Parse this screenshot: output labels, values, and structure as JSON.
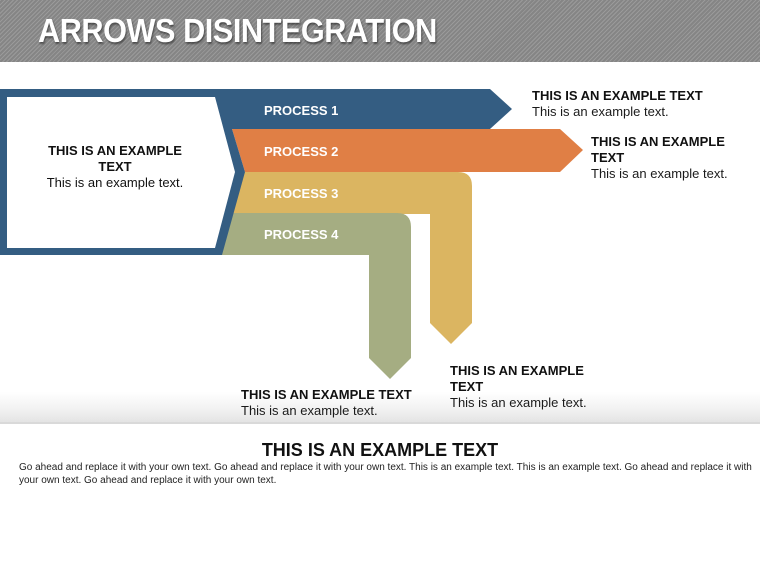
{
  "header": {
    "title": "ARROWS DISINTEGRATION"
  },
  "colors": {
    "process1": "#345d82",
    "process2": "#e07f45",
    "process3": "#dbb561",
    "process4": "#a5ad82",
    "header_bg": "#8e8e8e"
  },
  "center_box": {
    "heading": "THIS IS AN EXAMPLE TEXT",
    "body": "This is an example text."
  },
  "processes": [
    {
      "label": "PROCESS 1"
    },
    {
      "label": "PROCESS 2"
    },
    {
      "label": "PROCESS 3"
    },
    {
      "label": "PROCESS 4"
    }
  ],
  "notes": [
    {
      "heading": "THIS IS AN EXAMPLE TEXT",
      "body": "This is an example text."
    },
    {
      "heading": "THIS IS AN EXAMPLE TEXT",
      "body": "This is an example text."
    },
    {
      "heading": "THIS IS AN EXAMPLE TEXT",
      "body": "This is an example text."
    },
    {
      "heading": "THIS IS AN EXAMPLE TEXT",
      "body": "This is an example text."
    }
  ],
  "footer": {
    "title": "THIS IS AN EXAMPLE TEXT",
    "body": "Go ahead and replace it with your own text. Go ahead and replace it with your own text. This is an example text. This is an example text. Go ahead and replace it with your own text. Go ahead and replace it with your own text."
  }
}
